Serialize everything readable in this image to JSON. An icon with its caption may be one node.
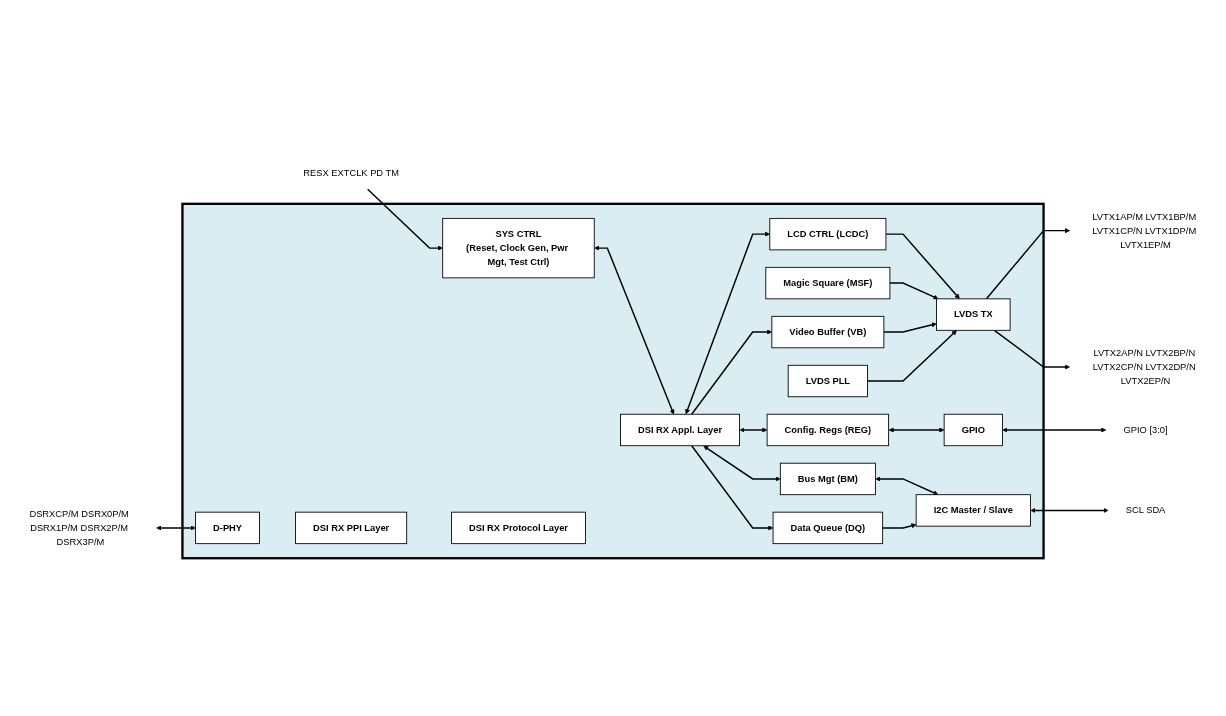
{
  "diagram": {
    "nodes": [
      {
        "text": [],
        "shape": "box"
      },
      {
        "text": [
          "D-PHY"
        ],
        "in": 0
      },
      {
        "text": [
          "DSI RX PPI Layer"
        ],
        "in": 0
      },
      {
        "text": [
          "DSI RX Protocol Layer"
        ],
        "in": 0
      },
      {
        "text": [
          "DSI RX Appl. Layer"
        ],
        "in": 0
      },
      {
        "text": [
          "LCD CTRL (LCDC)"
        ],
        "in": 0
      },
      {
        "text": [
          "Magic Square (MSF)"
        ],
        "in": 0
      },
      {
        "text": [
          "Video Buffer (VB)"
        ],
        "in": 0
      },
      {
        "text": [
          "LVDS TX"
        ],
        "in": 0
      },
      {
        "text": [
          "LVDS PLL"
        ],
        "in": 0
      },
      {
        "text": [
          "Config. Regs (REG)"
        ],
        "in": 0
      },
      {
        "text": [
          "GPIO"
        ],
        "in": 0
      },
      {
        "text": [
          "SYS CTRL",
          "(Reset, Clock Gen, Pwr Mgt, Test Ctrl)"
        ],
        "in": 0
      },
      {
        "text": [
          "Bus Mgt (BM)"
        ],
        "in": 0
      },
      {
        "text": [
          "Data Queue (DQ)"
        ],
        "in": 0
      },
      {
        "text": [
          "I2C Master / Slave"
        ],
        "in": 0
      },
      {
        "text": [
          "DSRXCP/M DSRX0P/M DSRX1P/M DSRX2P/M DSRX3P/M"
        ]
      },
      {
        "text": [
          "LVTX1AP/M LVTX1BP/M LVTX1CP/N LVTX1DP/M LVTX1EP/M"
        ]
      },
      {
        "text": [
          "LVTX2AP/N LVTX2BP/N LVTX2CP/N LVTX2DP/N LVTX2EP/N"
        ]
      },
      {
        "text": [
          "GPIO [3:0]"
        ]
      },
      {
        "text": [
          "RESX EXTCLK PD TM"
        ]
      },
      {
        "text": [
          "SCL SDA"
        ]
      }
    ],
    "edges": [
      {
        "from": 16,
        "to": 1,
        "arrow": "both"
      },
      {
        "from": 4,
        "to": 5,
        "arrow": "both"
      },
      {
        "from": 4,
        "to": 7,
        "arrow": "to"
      },
      {
        "from": 5,
        "to": 8,
        "arrow": "to"
      },
      {
        "from": 6,
        "to": 8,
        "arrow": "to"
      },
      {
        "from": 7,
        "to": 8,
        "arrow": "to"
      },
      {
        "from": 9,
        "to": 8,
        "arrow": "to"
      },
      {
        "from": 8,
        "to": 17,
        "arrow": "to"
      },
      {
        "from": 8,
        "to": 18,
        "arrow": "to"
      },
      {
        "from": 4,
        "to": 10,
        "arrow": "both"
      },
      {
        "from": 10,
        "to": 11,
        "arrow": "both"
      },
      {
        "from": 11,
        "to": 19,
        "arrow": "both"
      },
      {
        "from": 20,
        "to": 12,
        "arrow": "to"
      },
      {
        "from": 12,
        "to": 4,
        "arrow": "both"
      },
      {
        "from": 4,
        "to": 13,
        "arrow": "both"
      },
      {
        "from": 4,
        "to": 14,
        "arrow": "to"
      },
      {
        "from": 13,
        "to": 15,
        "arrow": "both"
      },
      {
        "from": 14,
        "to": 15,
        "arrow": "to"
      },
      {
        "from": 15,
        "to": 21,
        "arrow": "both"
      }
    ]
  }
}
